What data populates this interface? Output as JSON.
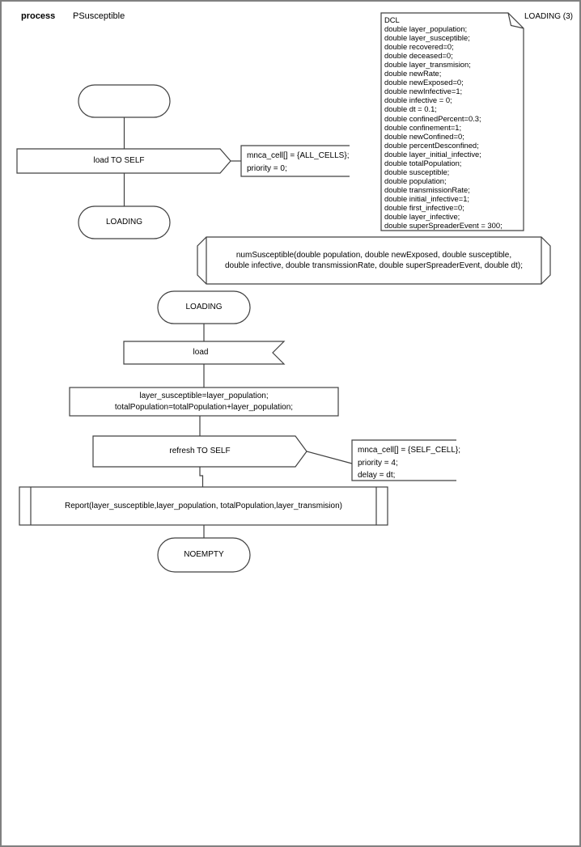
{
  "header": {
    "kind_label": "process",
    "name": "PSusceptible"
  },
  "dcl": {
    "corner_label": "LOADING (3)",
    "lines": [
      "DCL",
      "double layer_population;",
      "double layer_susceptible;",
      "double recovered=0;",
      "double deceased=0;",
      "double layer_transmision;",
      "double newRate;",
      "double newExposed=0;",
      "double newInfective=1;",
      "double infective = 0;",
      "double dt = 0.1;",
      "double confinedPercent=0.3;",
      "double confinement=1;",
      "double newConfined=0;",
      "double percentDesconfined;",
      "double layer_initial_infective;",
      "double totalPopulation;",
      "double susceptible;",
      "double population;",
      "double transmissionRate;",
      "double initial_infective=1;",
      "double first_infective=0;",
      "double layer_infective;",
      "double superSpreaderEvent = 300;"
    ]
  },
  "flow_top": {
    "output_load": "load TO SELF",
    "comment_lines": [
      "mnca_cell[] = {ALL_CELLS};",
      "priority = 0;"
    ],
    "state_loading": "LOADING"
  },
  "procedure_decl": {
    "lines": [
      "numSusceptible(double population, double newExposed, double susceptible,",
      "double infective, double transmissionRate, double superSpreaderEvent, double dt);"
    ]
  },
  "flow_main": {
    "state_loading": "LOADING",
    "input_load": "load",
    "task_lines": [
      "layer_susceptible=layer_population;",
      "totalPopulation=totalPopulation+layer_population;"
    ],
    "output_refresh": "refresh TO SELF",
    "comment_lines": [
      "mnca_cell[] = {SELF_CELL};",
      "priority = 4;",
      "delay = dt;"
    ],
    "report_call": "Report(layer_susceptible,layer_population, totalPopulation,layer_transmision)",
    "state_noempty": "NOEMPTY"
  },
  "colors": {
    "stroke": "#404040",
    "page_border": "#808080"
  }
}
